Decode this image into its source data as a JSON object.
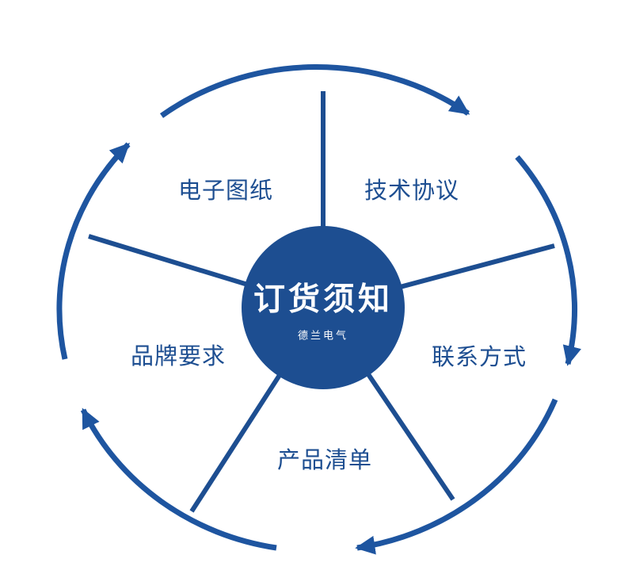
{
  "diagram": {
    "center": {
      "title": "订货须知",
      "subtitle": "德兰电气"
    },
    "nodes": [
      {
        "id": "electronic-drawings",
        "label": "电子图纸"
      },
      {
        "id": "technical-agreement",
        "label": "技术协议"
      },
      {
        "id": "contact-info",
        "label": "联系方式"
      },
      {
        "id": "product-list",
        "label": "产品清单"
      },
      {
        "id": "brand-requirements",
        "label": "品牌要求"
      }
    ],
    "colors": {
      "primary": "#1d4e91",
      "arrow": "#1e55a0",
      "center_text": "#ffffff"
    }
  }
}
